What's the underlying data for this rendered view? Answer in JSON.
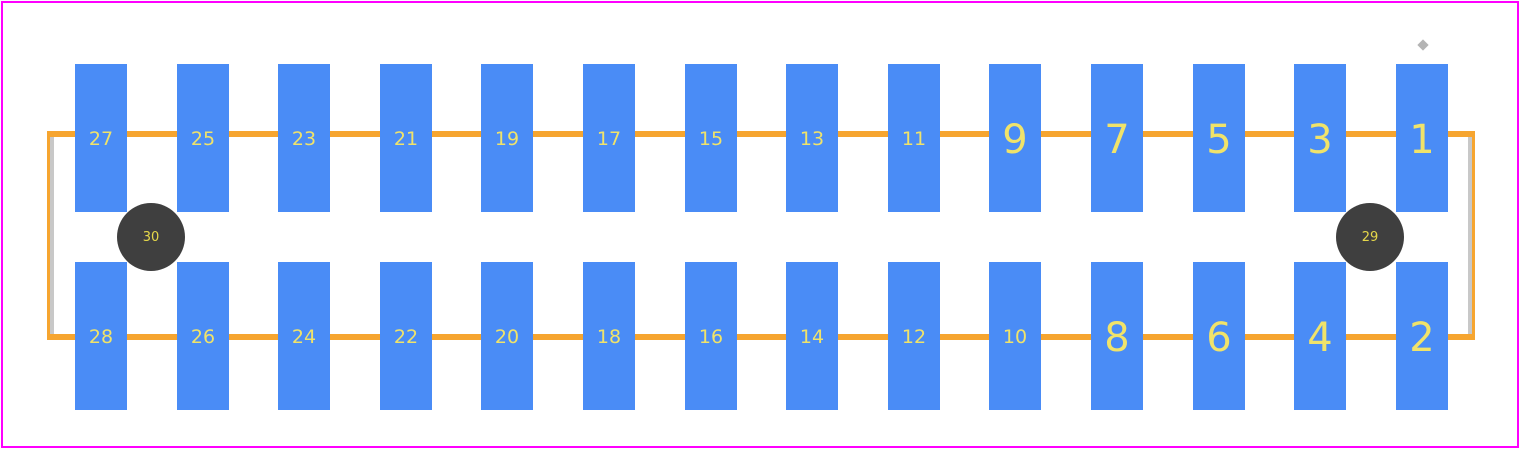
{
  "footprint": {
    "top_row_labels": [
      "27",
      "25",
      "23",
      "21",
      "19",
      "17",
      "15",
      "13",
      "11",
      "9",
      "7",
      "5",
      "3",
      "1"
    ],
    "bottom_row_labels": [
      "28",
      "26",
      "24",
      "22",
      "20",
      "18",
      "16",
      "14",
      "12",
      "10",
      "8",
      "6",
      "4",
      "2"
    ],
    "mount_left_label": "30",
    "mount_right_label": "29"
  },
  "colors": {
    "board_outline": "#ff00ff",
    "pad": "#4a8cf6",
    "pad_text": "#f0e36a",
    "silkscreen": "#f6a530",
    "mount_hole": "#3f3f3f",
    "pin1_marker": "#b4b4b4"
  }
}
